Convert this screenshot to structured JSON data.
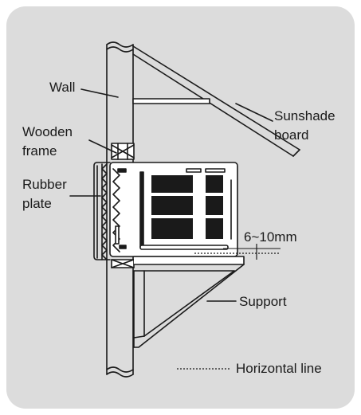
{
  "labels": {
    "wall": "Wall",
    "sunshade_board": [
      "Sunshade",
      "board"
    ],
    "wooden_frame": [
      "Wooden",
      "frame"
    ],
    "rubber_plate": [
      "Rubber",
      "plate"
    ],
    "gap": "6~10mm",
    "support": "Support",
    "horizontal_line_legend": "Horizontal line"
  },
  "colors": {
    "background_panel": "#dcdcdc",
    "line": "#1a1a1a",
    "unit_body": "#ffffff",
    "grille": "#1a1a1a"
  }
}
